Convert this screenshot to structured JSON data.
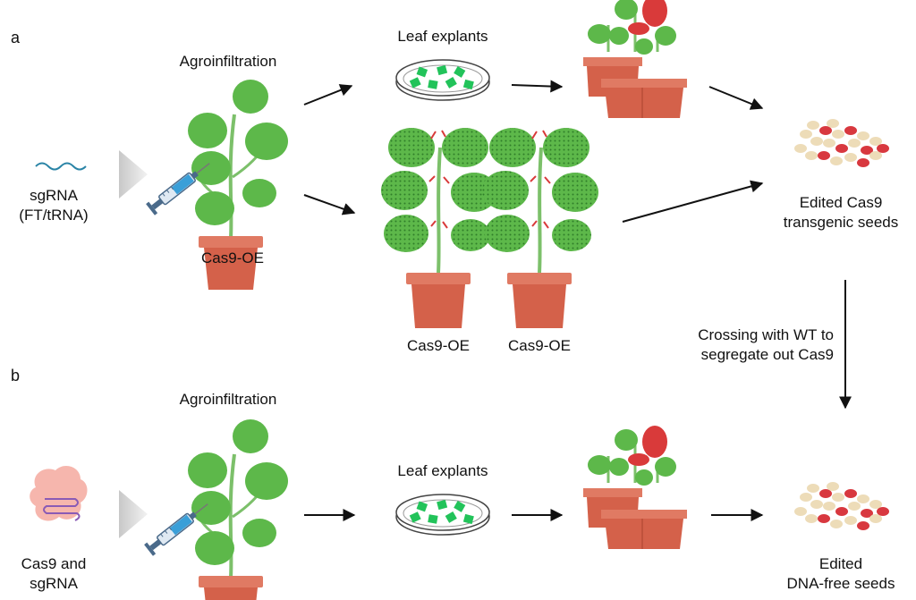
{
  "panel_a": {
    "letter": "a",
    "sgrna_line1": "sgRNA",
    "sgrna_line2": "(FT/tRNA)",
    "agro": "Agroinfiltration",
    "cas9_oe": "Cas9-OE",
    "leaf_explants": "Leaf explants",
    "oe_left": "Cas9-OE",
    "oe_right": "Cas9-OE",
    "seeds_line1": "Edited Cas9",
    "seeds_line2": "transgenic seeds"
  },
  "crossing": {
    "line1": "Crossing with WT to",
    "line2": "segregate out Cas9"
  },
  "panel_b": {
    "letter": "b",
    "cas9_line1": "Cas9 and",
    "cas9_line2": "sgRNA",
    "agro": "Agroinfiltration",
    "leaf_explants": "Leaf explants",
    "seeds_line1": "Edited",
    "seeds_line2": "DNA-free seeds"
  },
  "colors": {
    "leaf": "#5db84a",
    "pot": "#d4614a",
    "pot_rim": "#e07a63",
    "stem": "#7cc06a",
    "red_leaf": "#d93a3a",
    "explant": "#22c35a",
    "seed_tan": "#eddcb8",
    "seed_red": "#d8383f",
    "protein": "#f6b6ad",
    "mrna": "#8a5bb5",
    "wave": "#2a84a6"
  }
}
